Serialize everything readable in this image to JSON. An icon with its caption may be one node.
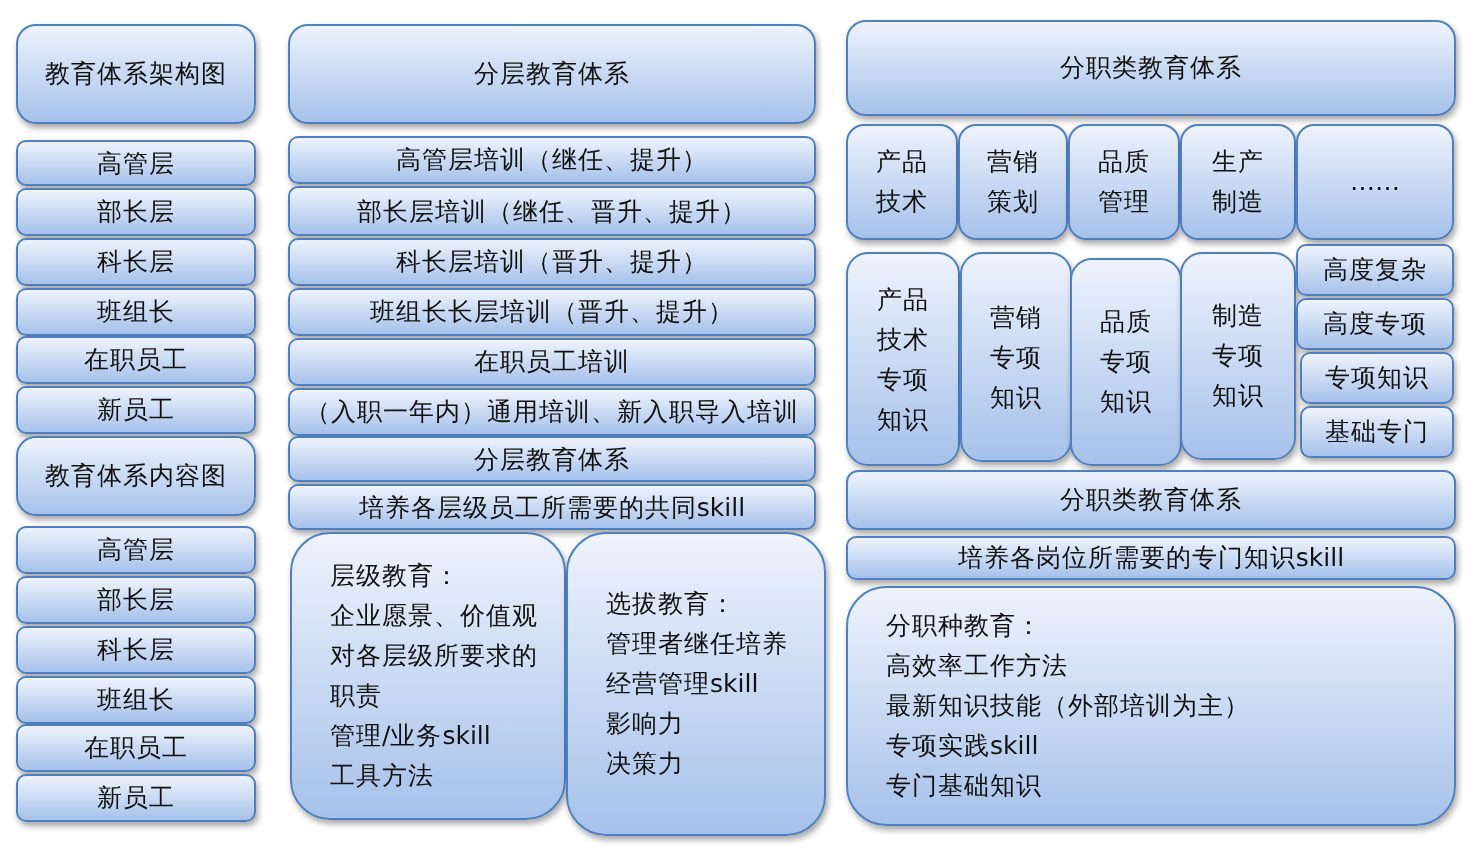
{
  "diagram": {
    "nodes": [
      {
        "text": [
          "教育体系架构图"
        ]
      },
      {
        "text": [
          "高管层"
        ]
      },
      {
        "text": [
          "部长层"
        ]
      },
      {
        "text": [
          "科长层"
        ]
      },
      {
        "text": [
          "班组长"
        ]
      },
      {
        "text": [
          "在职员工"
        ]
      },
      {
        "text": [
          "新员工"
        ]
      },
      {
        "text": [
          "教育体系内容图"
        ]
      },
      {
        "text": [
          "高管层"
        ]
      },
      {
        "text": [
          "部长层"
        ]
      },
      {
        "text": [
          "科长层"
        ]
      },
      {
        "text": [
          "班组长"
        ]
      },
      {
        "text": [
          "在职员工"
        ]
      },
      {
        "text": [
          "新员工"
        ]
      },
      {
        "text": [
          "分层教育体系"
        ]
      },
      {
        "text": [
          "高管层培训（继任、提升）"
        ]
      },
      {
        "text": [
          "部长层培训（继任、晋升、提升）"
        ]
      },
      {
        "text": [
          "科长层培训（晋升、提升）"
        ]
      },
      {
        "text": [
          "班组长长层培训（晋升、提升）"
        ]
      },
      {
        "text": [
          "在职员工培训"
        ]
      },
      {
        "text": [
          "（入职一年内）通用培训、新入职导入培训"
        ]
      },
      {
        "text": [
          "分层教育体系"
        ]
      },
      {
        "text": [
          "培养各层级员工所需要的共同skill"
        ]
      },
      {
        "text": [
          "层级教育：",
          "企业愿景、价值观",
          "对各层级所要求的职责",
          "管理/业务skill",
          "工具方法"
        ]
      },
      {
        "text": [
          "选拔教育：",
          "管理者继任培养",
          "经营管理skill",
          "影响力",
          "决策力"
        ]
      },
      {
        "text": [
          "分职类教育体系"
        ]
      },
      {
        "text": [
          "产品技术"
        ]
      },
      {
        "text": [
          "营销策划"
        ]
      },
      {
        "text": [
          "品质管理"
        ]
      },
      {
        "text": [
          "生产制造"
        ]
      },
      {
        "text": [
          "……"
        ]
      },
      {
        "text": [
          "产品技术专项知识"
        ]
      },
      {
        "text": [
          "营销专项知识"
        ]
      },
      {
        "text": [
          "品质专项知识"
        ]
      },
      {
        "text": [
          "制造专项知识"
        ]
      },
      {
        "text": [
          "高度复杂"
        ]
      },
      {
        "text": [
          "高度专项"
        ]
      },
      {
        "text": [
          "专项知识"
        ]
      },
      {
        "text": [
          "基础专门"
        ]
      },
      {
        "text": [
          "分职类教育体系"
        ]
      },
      {
        "text": [
          "培养各岗位所需要的专门知识skill"
        ]
      },
      {
        "text": [
          "分职种教育：",
          "高效率工作方法",
          "最新知识技能（外部培训为主）",
          "专项实践skill",
          "专门基础知识"
        ]
      }
    ]
  }
}
